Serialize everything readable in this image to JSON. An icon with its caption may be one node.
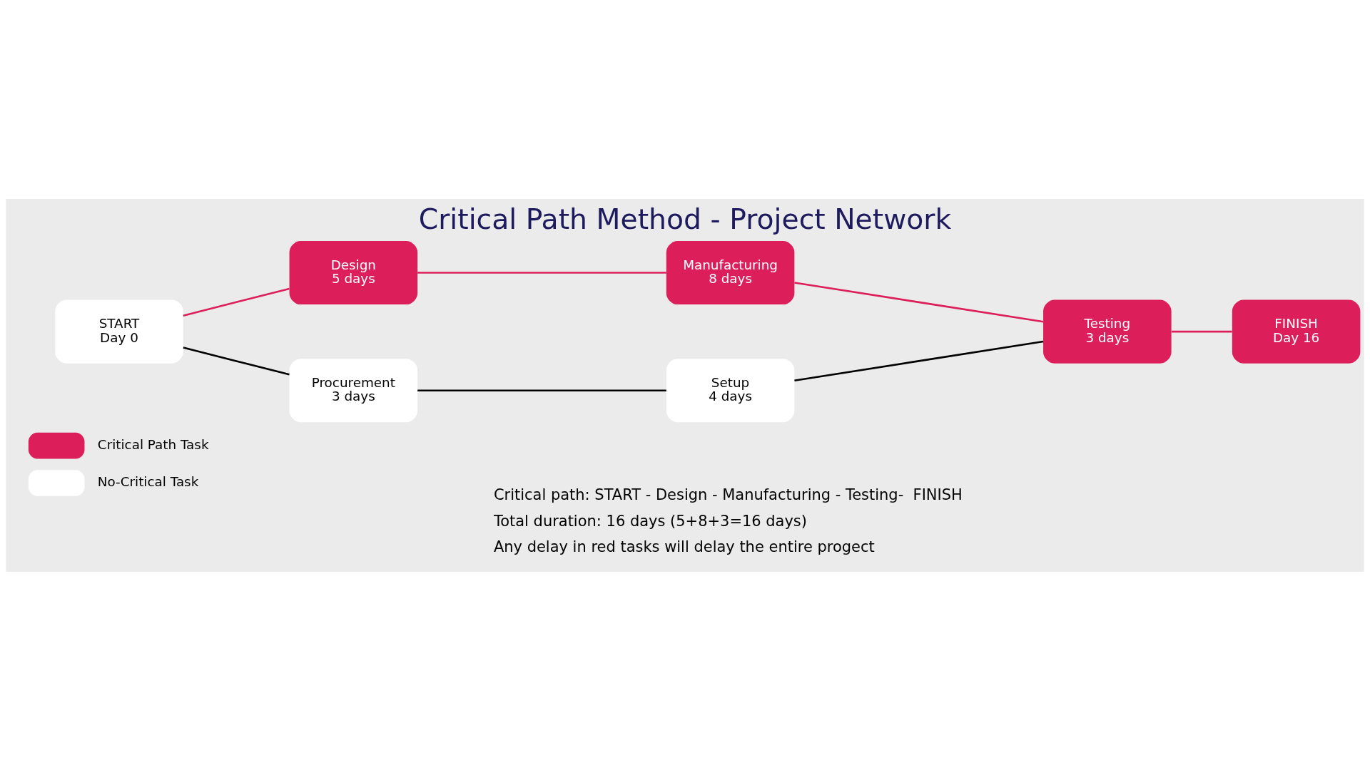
{
  "diagram": {
    "title": "Critical Path Method - Project Network",
    "nodes": [
      {
        "text": [
          "START",
          "Day 0"
        ]
      },
      {
        "text": [
          "Design",
          "5 days"
        ]
      },
      {
        "text": [
          "Manufacturing",
          "8 days"
        ]
      },
      {
        "text": [
          "Procurement",
          "3 days"
        ]
      },
      {
        "text": [
          "Setup",
          "4 days"
        ]
      },
      {
        "text": [
          "Testing",
          "3 days"
        ]
      },
      {
        "text": [
          "FINISH",
          "Day 16"
        ]
      }
    ],
    "edges": [
      {
        "from": 0,
        "to": 1,
        "arrow": "none"
      },
      {
        "from": 1,
        "to": 2,
        "arrow": "none"
      },
      {
        "from": 2,
        "to": 5,
        "arrow": "none"
      },
      {
        "from": 0,
        "to": 3,
        "arrow": "none",
        "color": "#000000"
      },
      {
        "from": 3,
        "to": 4,
        "arrow": "none",
        "color": "#000000"
      },
      {
        "from": 4,
        "to": 5,
        "arrow": "none",
        "color": "#000000"
      },
      {
        "from": 5,
        "to": 6,
        "arrow": "none"
      }
    ],
    "labels": [
      "Critical path: START - Design - Manufacturing - Testing-  FINISH",
      "Total duration: 16 days (5+8+3=16 days)",
      "Any delay in red tasks will delay the entire progect"
    ],
    "legend": [
      {
        "text": "Critical Path Task",
        "color": "#dc1f5b"
      },
      {
        "text": "No-Critical Task",
        "color": "#ffffff"
      }
    ]
  }
}
